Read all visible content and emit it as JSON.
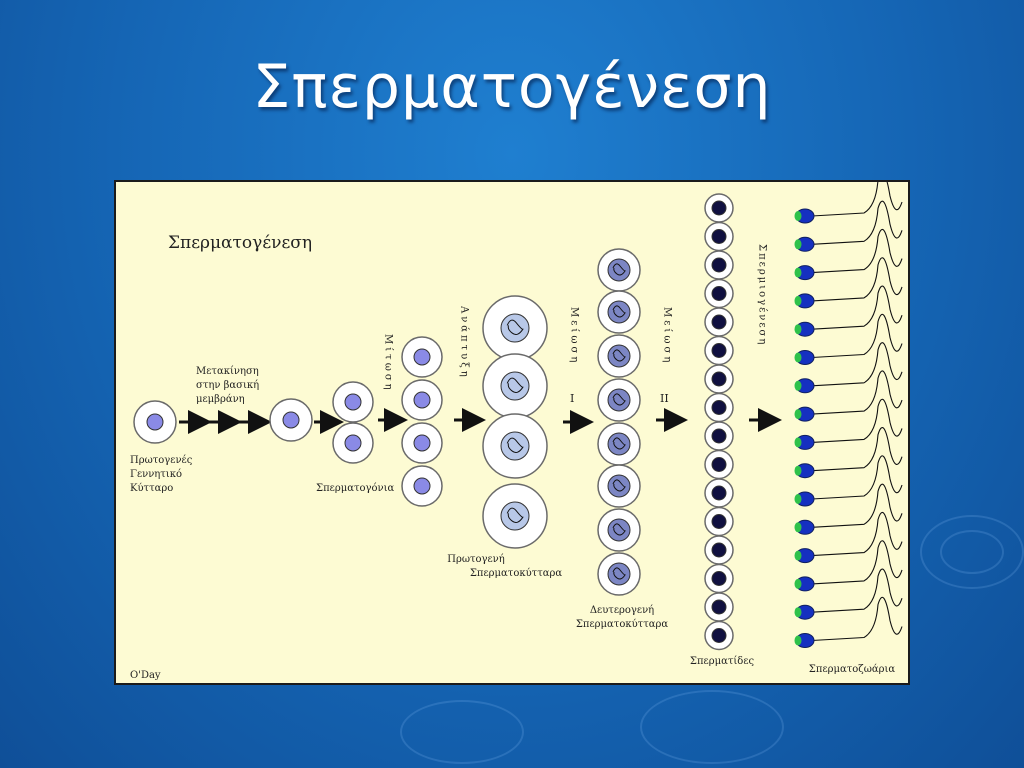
{
  "slide": {
    "title": "Σπερματογένεση"
  },
  "figure": {
    "title": "Σπερματογένεση",
    "credit": "O'Day",
    "migration_label": [
      "Μετακίνηση",
      "στην βασική",
      "μεμβράνη"
    ],
    "primordial_label": [
      "Πρωτογενές",
      "Γεννητικό",
      "Κύτταρο"
    ],
    "spermatogonia_label": "Σπερματογόνια",
    "primary_label": [
      "Πρωτογενή",
      "Σπερματοκύτταρα"
    ],
    "secondary_label": [
      "Δευτερογενή",
      "Σπερματοκύτταρα"
    ],
    "spermatids_label": "Σπερματίδες",
    "spermatozoa_label": "Σπερματοζωάρια",
    "step_mitosis": "Μίτωση",
    "step_growth": "Ανάπτυξη",
    "step_meiosis1": "Μείωση",
    "step_meiosis1_numeral": "I",
    "step_meiosis2": "Μείωση",
    "step_meiosis2_numeral": "II",
    "step_spermiogenesis": "Σπερμιογένεση",
    "colors": {
      "cell_outline": "#6a6a6a",
      "nucleus": "#8a8ae6",
      "dark_nucleus": "#101040",
      "head": "#1530c0",
      "acrosome": "#2ec24a"
    }
  }
}
